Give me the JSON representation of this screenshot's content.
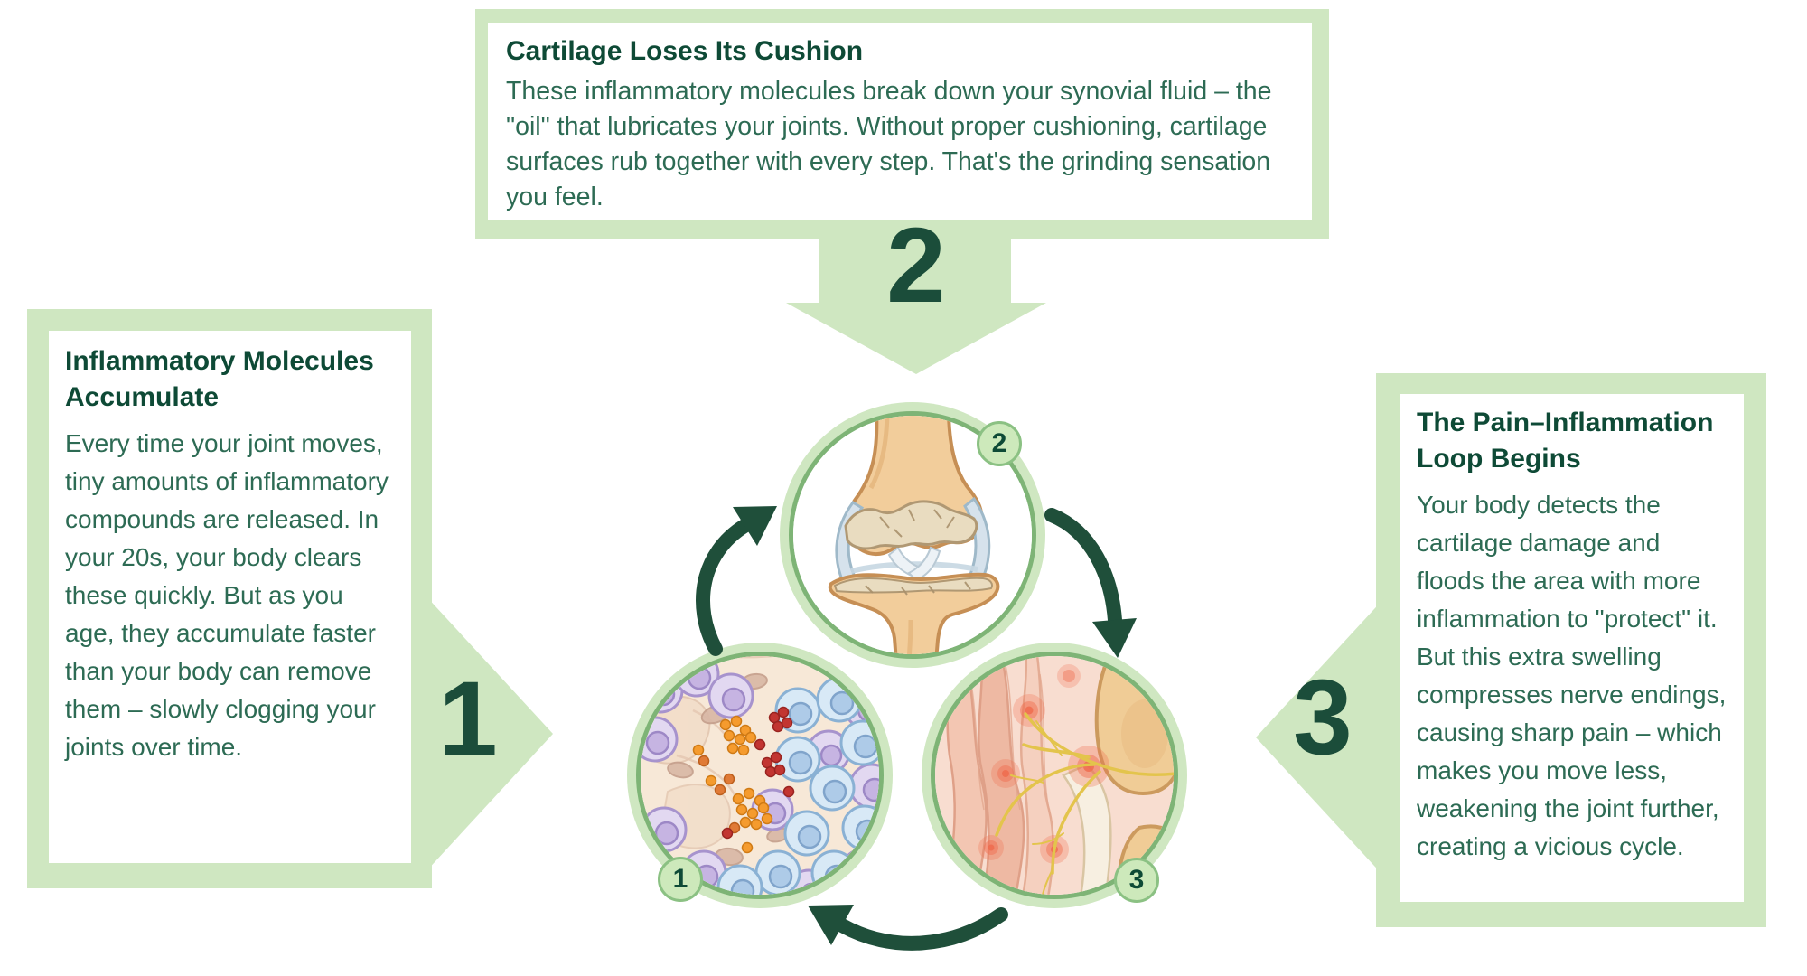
{
  "steps": [
    {
      "number": "1",
      "badge": "1",
      "title": "Inflammatory Molecules Accumulate",
      "body": "Every time your joint moves, tiny amounts of inflammatory compounds are released. In your 20s, your body clears these quickly. But as you age, they accumulate faster than your body can remove them – slowly clogging your joints over time.",
      "illustration": "synovial-tissue-cells-illustration"
    },
    {
      "number": "2",
      "badge": "2",
      "title": "Cartilage Loses Its Cushion",
      "body": "These inflammatory molecules break down your synovial fluid – the \"oil\" that lubricates your joints. Without proper cushioning, cartilage surfaces rub together with every step. That's the grinding sensation you feel.",
      "illustration": "knee-joint-cartilage-illustration"
    },
    {
      "number": "3",
      "badge": "3",
      "title": "The Pain–Inflammation Loop Begins",
      "body": "Your body detects the cartilage damage and floods the area with more inflammation to \"protect\" it. But this extra swelling compresses nerve endings, causing sharp pain – which makes you move less, weakening the joint further, creating a vicious cycle.",
      "illustration": "nerve-endings-inflammation-illustration"
    }
  ],
  "colors": {
    "panel_green": "#cfe7c1",
    "ring_green": "#7eb476",
    "badge_border": "#8bc183",
    "title_text": "#0e4a36",
    "body_text": "#2d6b54",
    "number_text": "#1b4d3a",
    "arrow_dark": "#1f4f3a",
    "badge_fill": "#cde9bb",
    "background": "#ffffff"
  }
}
